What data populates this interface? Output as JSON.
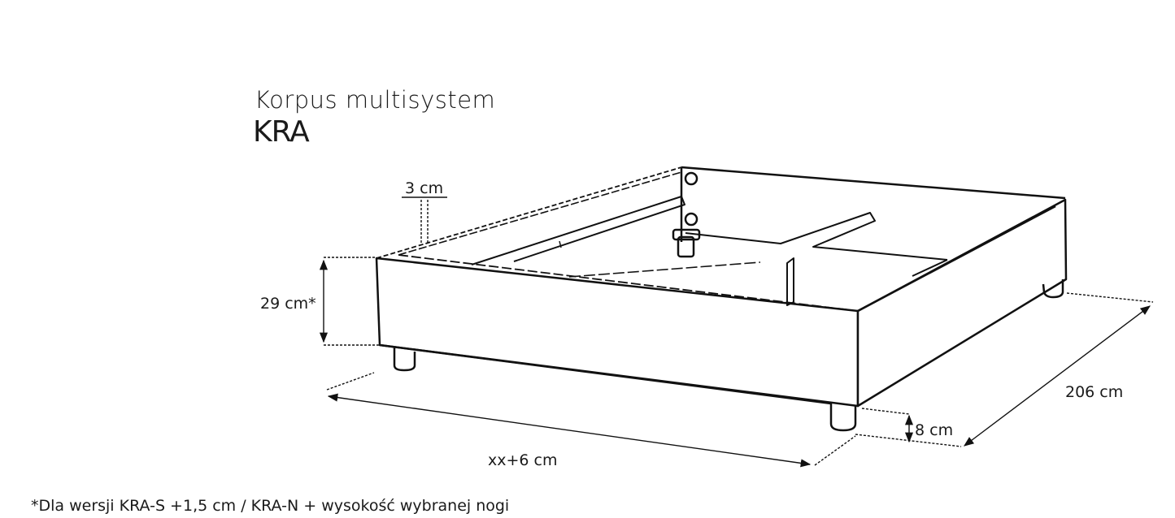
{
  "header": {
    "subtitle": "Korpus multisystem",
    "title": "KRA"
  },
  "dimensions": {
    "frame_thickness": "3 cm",
    "height": "29 cm*",
    "length": "206 cm",
    "leg_height": "8 cm",
    "width": "xx+6 cm"
  },
  "footnote": "*Dla wersji KRA-S +1,5 cm / KRA-N + wysokość wybranej nogi",
  "colors": {
    "line": "#111111",
    "background": "#ffffff"
  }
}
